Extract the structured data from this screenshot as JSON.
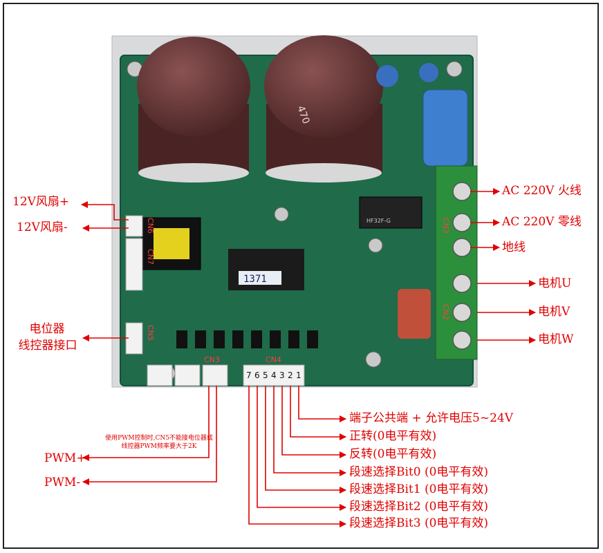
{
  "colors": {
    "annotation": "#e00000",
    "pcb": "#1f6b4a",
    "pcb_edge": "#14513a",
    "capacitor": "#6b3b3b",
    "terminal": "#2c8f3c"
  },
  "board_marks": {
    "cn6": "CN6",
    "cn7": "CN7",
    "cn5": "CN5",
    "cn4": "CN4",
    "cn3": "CN3",
    "cn2": "CN2",
    "cn4_pins": [
      "7",
      "6",
      "5",
      "4",
      "3",
      "2",
      "1"
    ],
    "display": "1371",
    "relay": "HF32F-G",
    "cap_text": "470"
  },
  "labels": {
    "fan_plus": "12V风扇+",
    "fan_minus": "12V风扇-",
    "pot_line1": "电位器",
    "pot_line2": "线控器接口",
    "ac_live": "AC 220V 火线",
    "ac_neutral": "AC 220V 零线",
    "ground": "地线",
    "motor_u": "电机U",
    "motor_v": "电机V",
    "motor_w": "电机W",
    "pwm_note": "使用PWM控制时,CN5不能接电位器或线控器PWM频率要大于2K",
    "pwm_plus": "PWM+",
    "pwm_minus": "PWM-",
    "terminal_common": "端子公共端 + 允许电压5~24V",
    "forward": "正转(0电平有效)",
    "reverse": "反转(0电平有效)",
    "bit0": "段速选择Bit0 (0电平有效)",
    "bit1": "段速选择Bit1 (0电平有效)",
    "bit2": "段速选择Bit2 (0电平有效)",
    "bit3": "段速选择Bit3 (0电平有效)"
  }
}
